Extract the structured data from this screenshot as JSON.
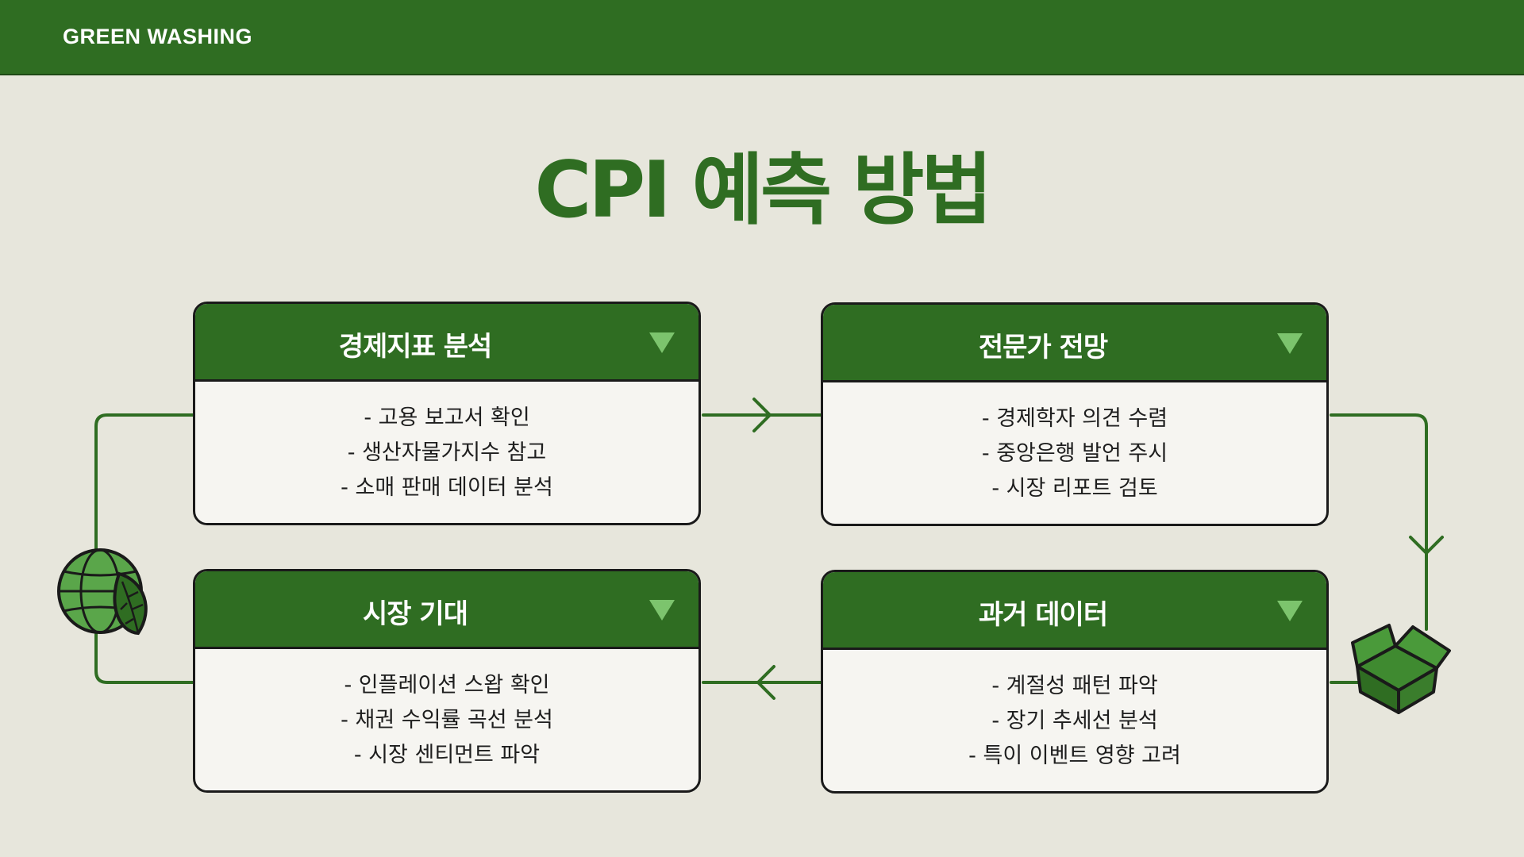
{
  "header": {
    "brand": "GREEN WASHING"
  },
  "page": {
    "title": "CPI 예측 방법"
  },
  "cards": [
    {
      "title": "경제지표 분석",
      "items": [
        "- 고용 보고서 확인",
        "- 생산자물가지수 참고",
        "- 소매 판매 데이터 분석"
      ]
    },
    {
      "title": "전문가 전망",
      "items": [
        "- 경제학자 의견 수렴",
        "- 중앙은행 발언 주시",
        "- 시장 리포트 검토"
      ]
    },
    {
      "title": "시장 기대",
      "items": [
        "- 인플레이션 스왑 확인",
        "- 채권 수익률 곡선 분석",
        "- 시장 센티먼트 파악"
      ]
    },
    {
      "title": "과거 데이터",
      "items": [
        "- 계절성 패턴 파악",
        "- 장기 추세선 분석",
        "- 특이 이벤트 영향 고려"
      ]
    }
  ],
  "icons": {
    "left": "globe-leaf-icon",
    "right": "recycle-box-icon",
    "expand": "triangle-down-icon"
  },
  "colors": {
    "primary": "#2f6d22",
    "accent": "#7cc46d",
    "background": "#e7e6dc"
  }
}
